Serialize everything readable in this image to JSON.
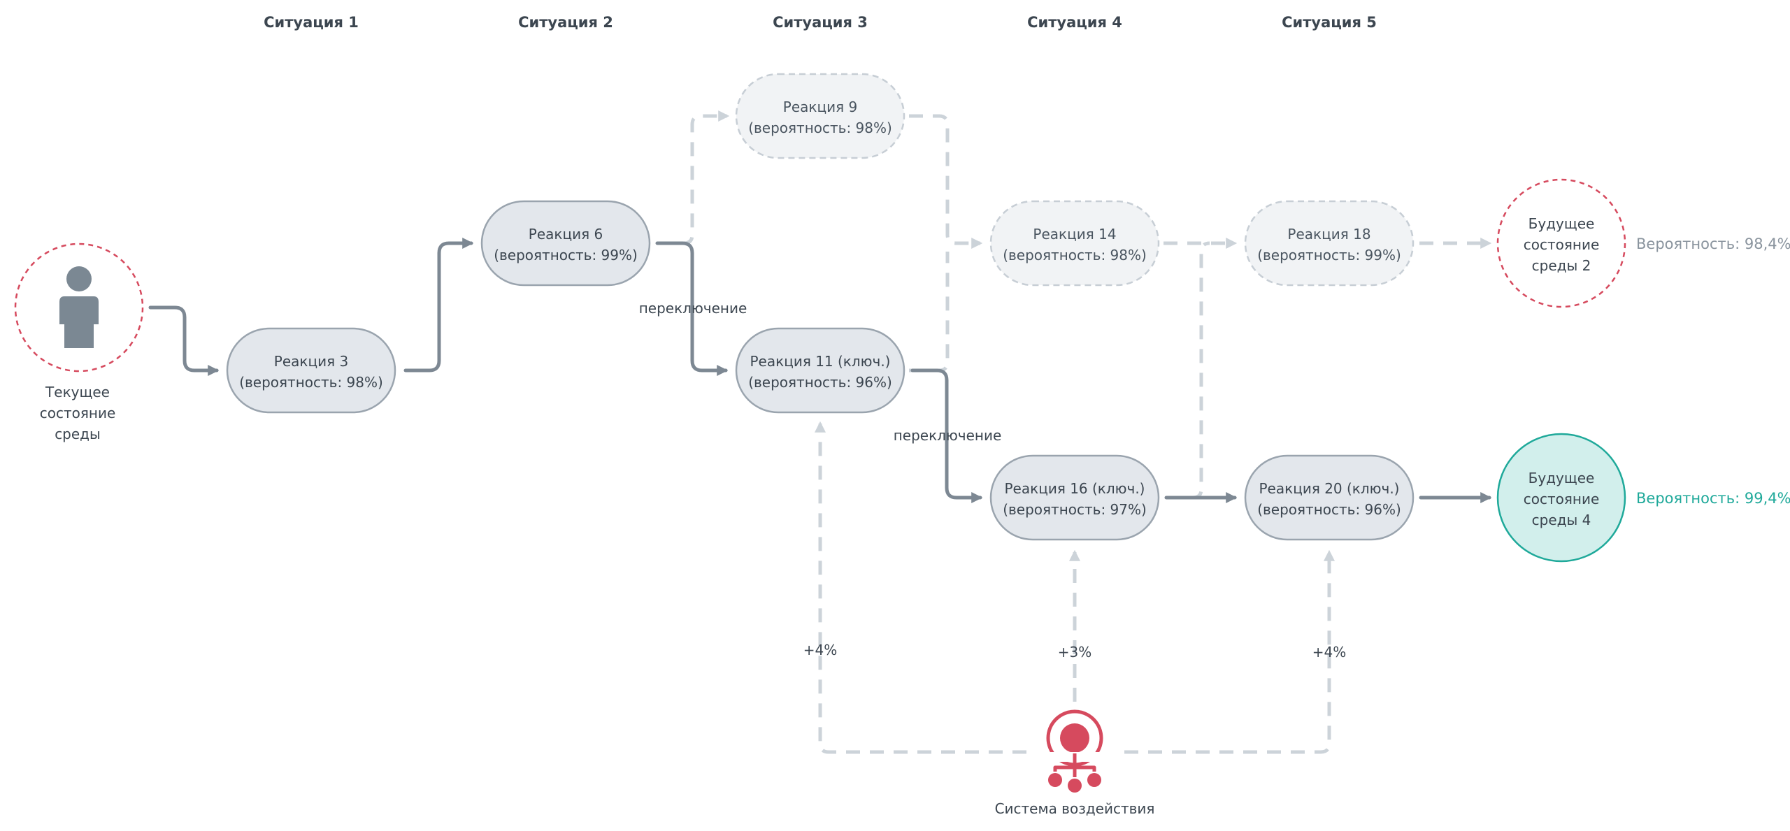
{
  "columns": [
    "Ситуация 1",
    "Ситуация 2",
    "Ситуация 3",
    "Ситуация 4",
    "Ситуация 5"
  ],
  "current_state": {
    "lines": [
      "Текущее",
      "состояние",
      "среды"
    ]
  },
  "reactions": {
    "r3": {
      "title": "Реакция 3",
      "prob": "(вероятность: 98%)"
    },
    "r6": {
      "title": "Реакция 6",
      "prob": "(вероятность: 99%)"
    },
    "r9": {
      "title": "Реакция 9",
      "prob": "(вероятность: 98%)"
    },
    "r11": {
      "title": "Реакция 11 (ключ.)",
      "prob": "(вероятность: 96%)"
    },
    "r14": {
      "title": "Реакция 14",
      "prob": "(вероятность: 98%)"
    },
    "r16": {
      "title": "Реакция 16 (ключ.)",
      "prob": "(вероятность: 97%)"
    },
    "r18": {
      "title": "Реакция 18",
      "prob": "(вероятность: 99%)"
    },
    "r20": {
      "title": "Реакция 20 (ключ.)",
      "prob": "(вероятность: 96%)"
    }
  },
  "future_states": {
    "f2": {
      "lines": [
        "Будущее",
        "состояние",
        "среды 2"
      ],
      "prob_label": "Вероятность: 98,4%",
      "color": "#8a949e"
    },
    "f4": {
      "lines": [
        "Будущее",
        "состояние",
        "среды 4"
      ],
      "prob_label": "Вероятность: 99,4%",
      "color": "#1fa99a"
    }
  },
  "edge_labels": {
    "switch_1": "переключение",
    "switch_2": "переключение"
  },
  "influence": {
    "label": "Система воздействия",
    "to_r11": "+4%",
    "to_r16": "+3%",
    "to_r20": "+4%"
  },
  "colors": {
    "solid_edge": "#7d8893",
    "dashed_edge": "#ccd3d9",
    "accent_red": "#d64a5e",
    "teal": "#1fa99a",
    "person": "#7b8893"
  }
}
